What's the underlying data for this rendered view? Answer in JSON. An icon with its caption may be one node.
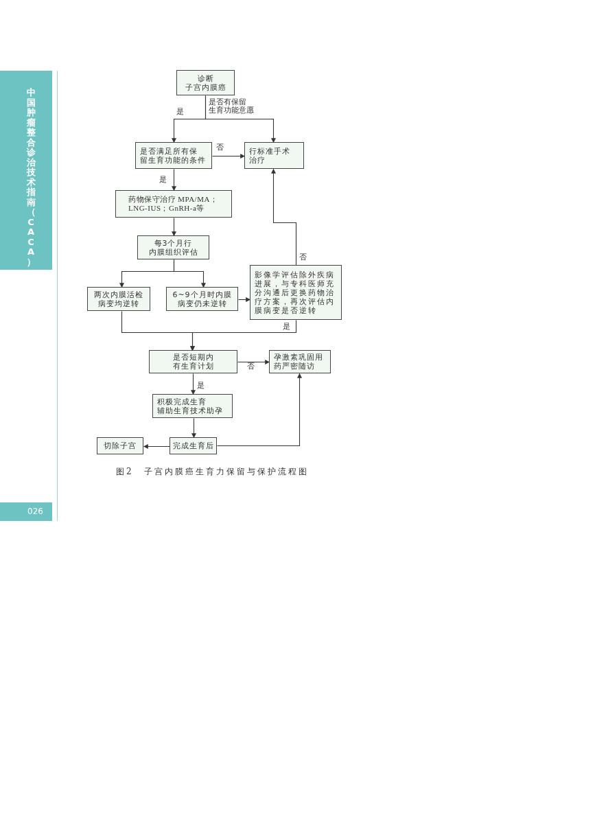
{
  "diagram": {
    "caption": "图2　子宫内膜癌生育力保留与保护流程图",
    "nodes": [
      {
        "text": [
          "诊断",
          "子宫内膜癌"
        ],
        "beside": [
          "是否有保留生育功能意愿"
        ]
      },
      {
        "text": [
          "是否满足所有保留生育功能的条件"
        ]
      },
      {
        "text": [
          "行标准手术治疗"
        ]
      },
      {
        "text": [
          "药物保守治疗 MPA/MA；LNG-IUS；GnRH-a等"
        ]
      },
      {
        "text": [
          "每3个月行内膜组织评估"
        ]
      },
      {
        "text": [
          "两次内膜活检病变均逆转"
        ]
      },
      {
        "text": [
          "6~9个月时内膜病变仍未逆转"
        ]
      },
      {
        "text": [
          "影像学评估除外疾病进展，与专科医师充分沟通后更换药物治疗方案，再次评估内膜病变是否逆转"
        ]
      },
      {
        "text": [
          "是否短期内有生育计划"
        ]
      },
      {
        "text": [
          "孕激素巩固用药严密随访"
        ]
      },
      {
        "text": [
          "积极完成生育辅助生育技术助孕"
        ]
      },
      {
        "text": [
          "完成生育后"
        ]
      },
      {
        "text": [
          "切除子宫"
        ]
      }
    ],
    "edges": [
      {
        "from": 0,
        "to": 1,
        "arrow": "to",
        "label": "是"
      },
      {
        "from": 0,
        "to": 2,
        "arrow": "to"
      },
      {
        "from": 1,
        "to": 2,
        "arrow": "to",
        "label": "否"
      },
      {
        "from": 1,
        "to": 3,
        "arrow": "to",
        "label": "是"
      },
      {
        "from": 3,
        "to": 4,
        "arrow": "to"
      },
      {
        "from": 4,
        "to": 5,
        "arrow": "to"
      },
      {
        "from": 4,
        "to": 6,
        "arrow": "to"
      },
      {
        "from": 6,
        "to": 7,
        "arrow": "to"
      },
      {
        "from": 7,
        "to": 2,
        "arrow": "to",
        "label": "否"
      },
      {
        "from": 5,
        "to": 8,
        "arrow": "to"
      },
      {
        "from": 7,
        "to": 8,
        "arrow": "to",
        "label": "是"
      },
      {
        "from": 8,
        "to": 9,
        "arrow": "to",
        "label": "否"
      },
      {
        "from": 8,
        "to": 10,
        "arrow": "to",
        "label": "是"
      },
      {
        "from": 10,
        "to": 11,
        "arrow": "to"
      },
      {
        "from": 11,
        "to": 12,
        "arrow": "to"
      },
      {
        "from": 11,
        "to": 9,
        "arrow": "to"
      }
    ],
    "labels": [
      "中国肿瘤整合诊治技术指南（CACA）",
      "026"
    ]
  }
}
